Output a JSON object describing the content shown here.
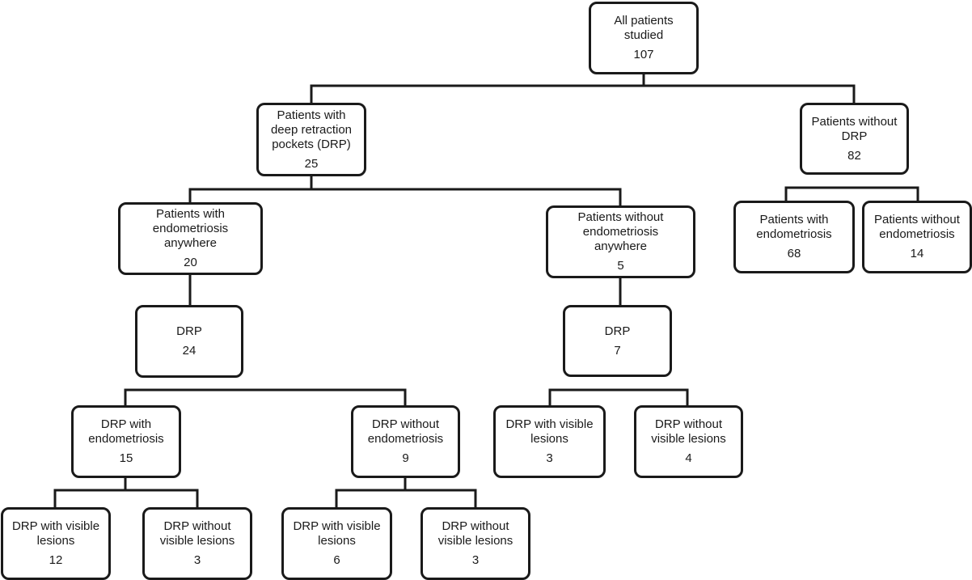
{
  "nodes": {
    "all": {
      "label": "All patients\nstudied",
      "value": "107"
    },
    "drp": {
      "label": "Patients with\ndeep retraction\npockets (DRP)",
      "value": "25"
    },
    "no_drp": {
      "label": "Patients without\nDRP",
      "value": "82"
    },
    "endo_anywhere": {
      "label": "Patients with\nendometriosis\nanywhere",
      "value": "20"
    },
    "no_endo_anywhere": {
      "label": "Patients without\nendometriosis\nanywhere",
      "value": "5"
    },
    "nodrp_endo": {
      "label": "Patients with\nendometriosis",
      "value": "68"
    },
    "nodrp_noendo": {
      "label": "Patients without\nendometriosis",
      "value": "14"
    },
    "drp_24": {
      "label": "DRP",
      "value": "24"
    },
    "drp_7": {
      "label": "DRP",
      "value": "7"
    },
    "drp_with_endo": {
      "label": "DRP with\nendometriosis",
      "value": "15"
    },
    "drp_without_endo": {
      "label": "DRP without\nendometriosis",
      "value": "9"
    },
    "r_visible": {
      "label": "DRP with visible\nlesions",
      "value": "3"
    },
    "r_not_visible": {
      "label": "DRP without\nvisible lesions",
      "value": "4"
    },
    "a_visible": {
      "label": "DRP with visible\nlesions",
      "value": "12"
    },
    "a_not_visible": {
      "label": "DRP without\nvisible lesions",
      "value": "3"
    },
    "b_visible": {
      "label": "DRP with visible\nlesions",
      "value": "6"
    },
    "b_not_visible": {
      "label": "DRP without\nvisible lesions",
      "value": "3"
    }
  }
}
